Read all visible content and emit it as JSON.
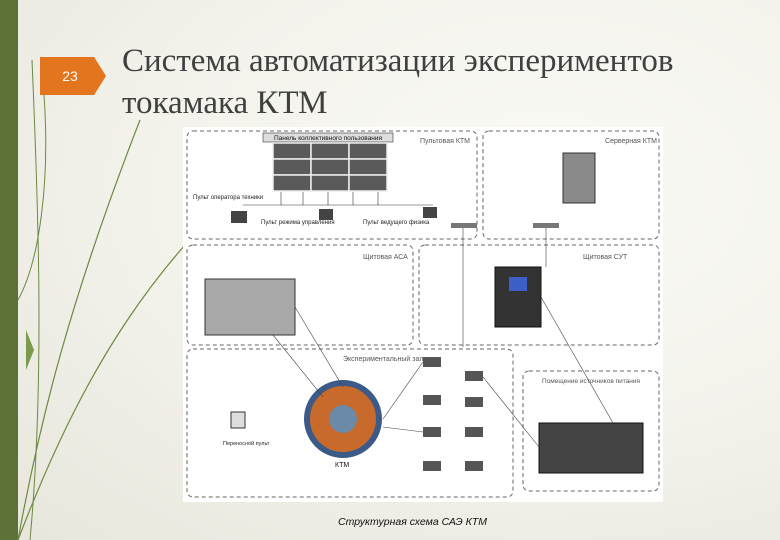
{
  "slide": {
    "number": "23"
  },
  "title": {
    "line1": "Система автоматизации экспериментов",
    "line2": "токамака КТМ"
  },
  "caption": "Структурная схема САЭ КТМ",
  "diagram": {
    "panel_title": "Панель коллективного пользования",
    "control_room": "Пультовая КТМ",
    "server_room": "Серверная КТМ",
    "operator_console": "Пульт оператора техники",
    "mode_console": "Пульт режима управления",
    "leader_console": "Пульт ведущего физика",
    "acs_cabinet": "Щитовая АСА",
    "sut_cabinet": "Щитовая СУТ",
    "hall": "Экспериментальный зал",
    "power_room": "Помещение источников питания",
    "ktm": "КТМ",
    "remote_console": "Переносной пульт"
  },
  "colors": {
    "accent": "#e3751e",
    "sidebar": "#5b7136",
    "title": "#404040"
  }
}
